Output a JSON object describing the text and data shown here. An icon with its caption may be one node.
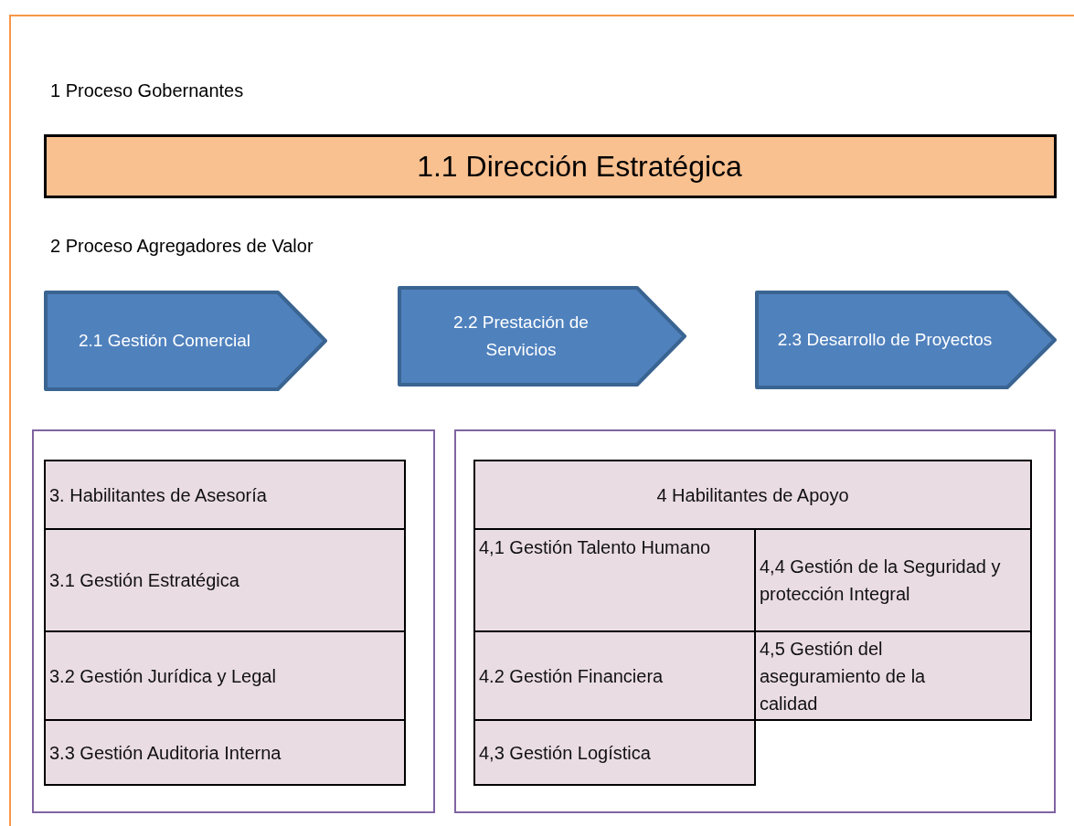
{
  "diagram": {
    "nodes": [
      {
        "text": [
          "1.1 Dirección Estratégica"
        ]
      },
      {
        "text": [
          "2.1 Gestión Comercial"
        ]
      },
      {
        "text": [
          "2.2 Prestación de Servicios"
        ]
      },
      {
        "text": [
          "2.3 Desarrollo de Proyectos"
        ]
      },
      {
        "text": [],
        "shape": "box"
      },
      {
        "text": [
          "3. Habilitantes de Asesoría"
        ],
        "in": 4
      },
      {
        "text": [
          "3.1 Gestión Estratégica"
        ],
        "in": 4
      },
      {
        "text": [
          "3.2 Gestión Jurídica y Legal"
        ],
        "in": 4
      },
      {
        "text": [
          "3.3 Gestión Auditoria Interna"
        ],
        "in": 4
      },
      {
        "text": [],
        "shape": "box"
      },
      {
        "text": [
          "4 Habilitantes de Apoyo"
        ],
        "in": 9
      },
      {
        "text": [
          "4,1 Gestión Talento Humano"
        ],
        "in": 9
      },
      {
        "text": [
          "4,4 Gestión de la Seguridad y protección Integral"
        ],
        "in": 9
      },
      {
        "text": [
          "4.2 Gestión Financiera"
        ],
        "in": 9
      },
      {
        "text": [
          "4,5 Gestión del aseguramiento de la calidad"
        ],
        "in": 9
      },
      {
        "text": [
          "4,3 Gestión Logística"
        ],
        "in": 9
      }
    ],
    "labels": [
      "1 Proceso Gobernantes",
      "2 Proceso Agregadores de Valor"
    ]
  }
}
